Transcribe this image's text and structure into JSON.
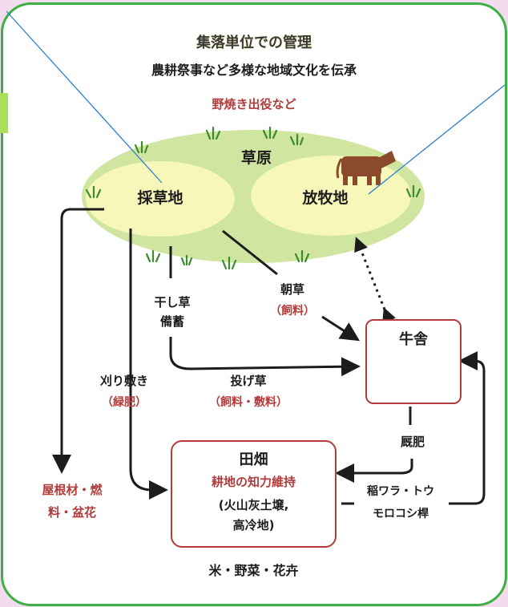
{
  "header": {
    "title": "集落単位での管理",
    "subtitle": "農耕祭事など多様な地域文化を伝承",
    "activity": "野焼き出役など"
  },
  "grassland": {
    "label": "草原",
    "mowing_area": "採草地",
    "grazing_area": "放牧地"
  },
  "flows": {
    "hay_line1": "干し草",
    "hay_line2": "備蓄",
    "morning_grass": "朝草",
    "morning_grass_use": "（飼料）",
    "thrown_grass": "投げ草",
    "thrown_grass_use": "（飼料・敷料）",
    "cut_spread": "刈り敷き",
    "cut_spread_use": "（緑肥）",
    "manure": "厩肥",
    "straw_line1": "稲ワラ・トウ",
    "straw_line2": "モロコシ桿",
    "roof_line1": "屋根材・燃",
    "roof_line2": "料・盆花"
  },
  "barn": {
    "label": "牛舎"
  },
  "fields": {
    "label": "田畑",
    "role": "耕地の知力維持",
    "soil_line1": "(火山灰土壌,",
    "soil_line2": "高冷地)",
    "products": "米・野菜・花卉"
  },
  "colors": {
    "panel_border": "#3cb043",
    "grass_outer": "#cfe5a0",
    "grass_inner": "#f6f7b8",
    "accent_red": "#b23b3b",
    "text_dark": "#1c1c1c",
    "cattle": "#8b4a2b",
    "callout_line": "#2a7fd4",
    "page_bg": "#f3dcf0"
  },
  "icons": [
    "cow-icon",
    "grass-tuft-icon"
  ]
}
